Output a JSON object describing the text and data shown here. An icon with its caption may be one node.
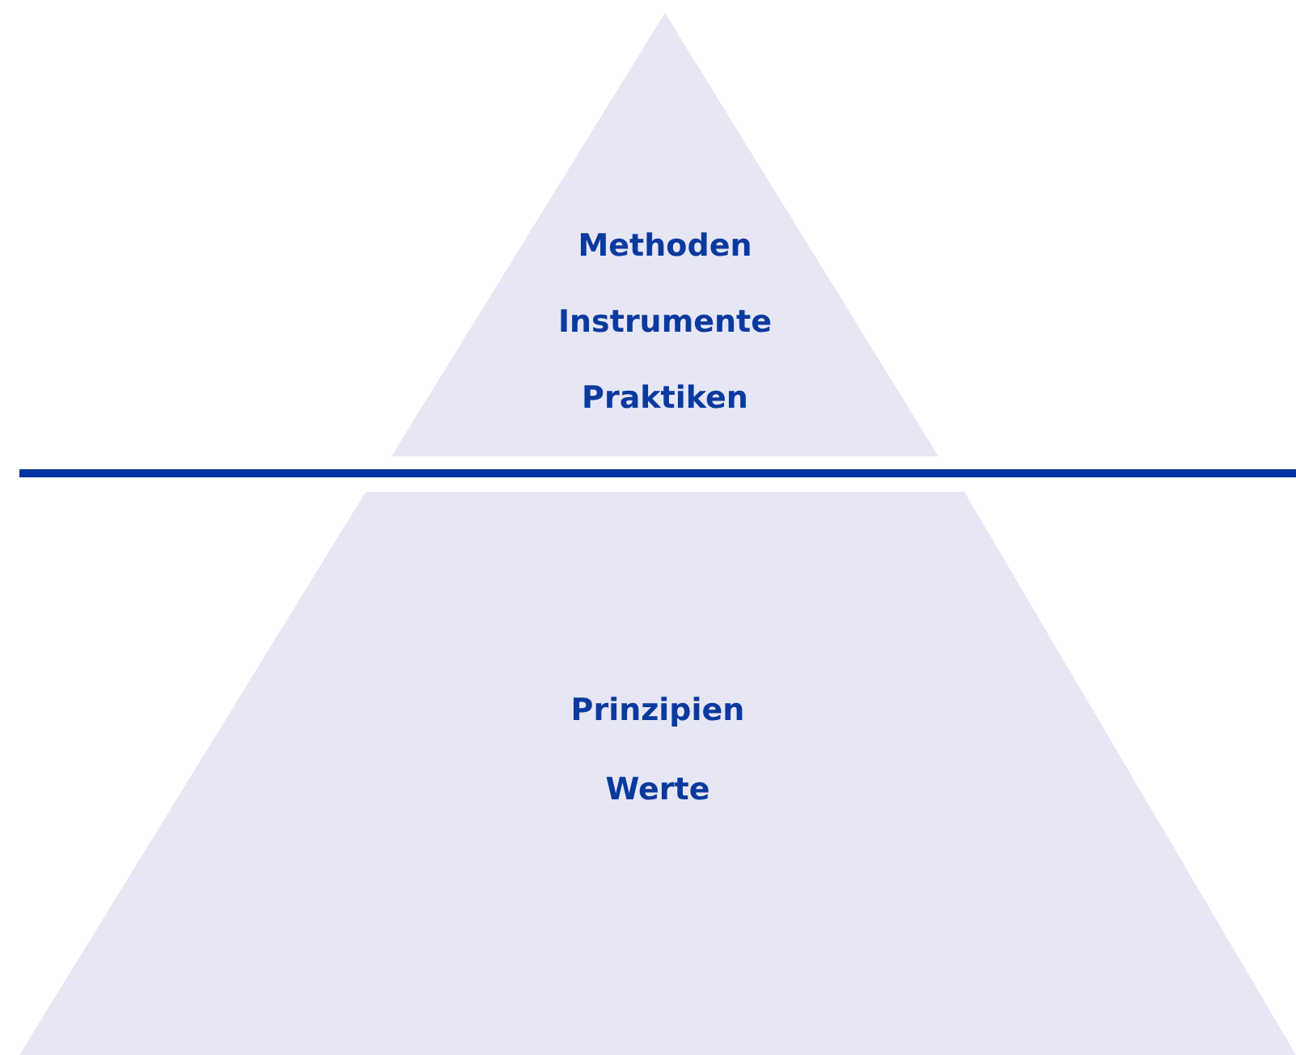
{
  "diagram": {
    "nodes": [
      {
        "text": [
          "Methoden",
          "Instrumente",
          "Praktiken"
        ]
      },
      {
        "text": [
          "Prinzipien",
          "Werte"
        ]
      }
    ]
  }
}
